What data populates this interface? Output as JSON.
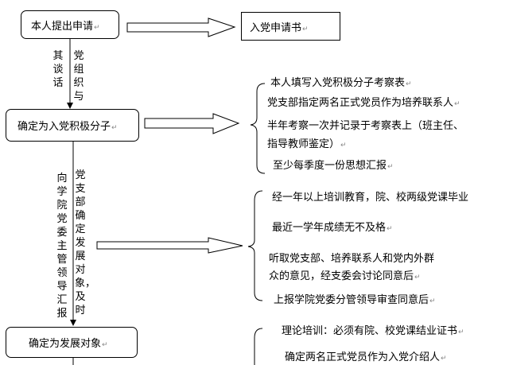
{
  "flow": {
    "step1": "本人提出申请",
    "step1_output": "入党申请书",
    "edge1_left": "其谈话",
    "edge1_right": "党组织与",
    "step2": "确定为入党积极分子",
    "step2_notes": [
      "本人填写入党积极分子考察表",
      "党支部指定两名正式党员作为培养联系人",
      "半年考察一次并记录于考察表上（班主任、",
      "指导教师鉴定）",
      "至少每季度一份思想汇报"
    ],
    "edge2_left": "向学院党委主管领导汇报",
    "edge2_right": "党支部确定发展对象，及时",
    "step3_notes": [
      "经一年以上培训教育，院、校两级党课毕业",
      "最近一学年成绩无不及格",
      "听取党支部、培养联系人和党内外群",
      "众的意见，经支委会讨论同意后",
      "上报学院党委分管领导审查同意后"
    ],
    "step3": "确定为发展对象",
    "step4_notes": [
      "理论培训：必须有院、校党课结业证书",
      "确定两名正式党员作为入党介绍人"
    ]
  }
}
